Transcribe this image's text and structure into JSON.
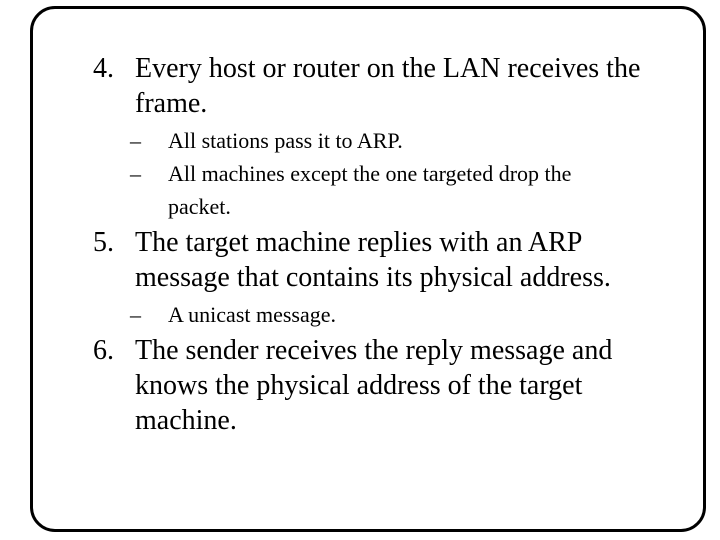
{
  "slide": {
    "background_color": "#ffffff",
    "frame_border_color": "#000000",
    "text_color": "#000000",
    "items": [
      {
        "number": "4.",
        "lines": [
          "Every host or router on the LAN receives the",
          "frame."
        ],
        "sub_bullets": [
          {
            "marker": "–",
            "lines": [
              "All stations pass it to ARP."
            ]
          },
          {
            "marker": "–",
            "lines": [
              "All machines except the one targeted drop the",
              "packet."
            ]
          }
        ]
      },
      {
        "number": "5.",
        "lines": [
          "The target machine replies with an ARP",
          "message that contains its physical address."
        ],
        "sub_bullets": [
          {
            "marker": "–",
            "lines": [
              "A unicast message."
            ]
          }
        ]
      },
      {
        "number": "6.",
        "lines": [
          "The sender receives the reply message and",
          "knows the physical address of the target",
          "machine."
        ],
        "sub_bullets": []
      }
    ]
  }
}
